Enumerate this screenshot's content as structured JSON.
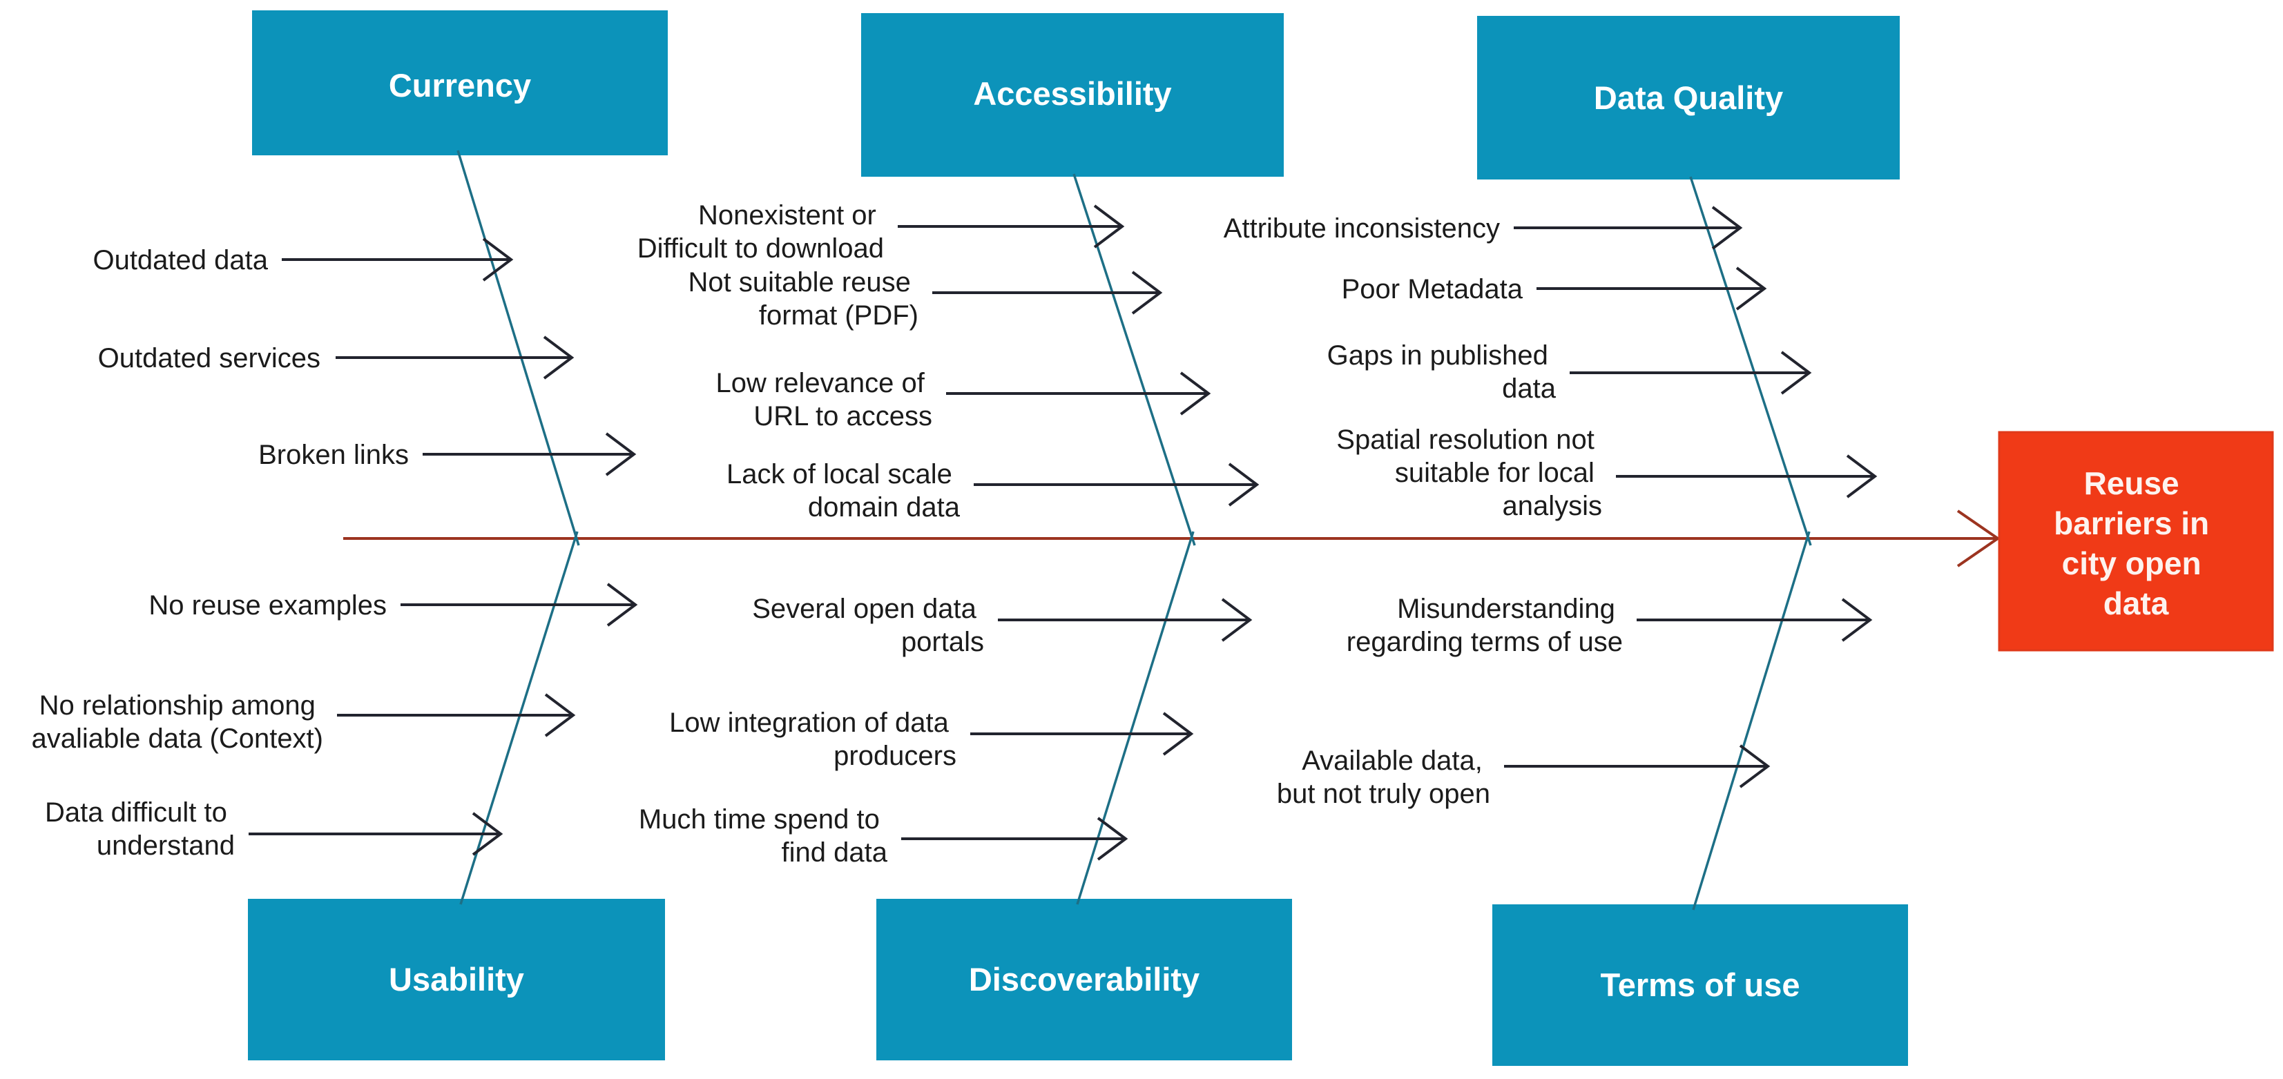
{
  "diagram": {
    "type": "fishbone-ishikawa",
    "effect": {
      "label": "Reuse barriers in city open data",
      "lines": [
        "Reuse",
        "barriers in",
        "city open",
        "data"
      ],
      "color": "#f03a17",
      "text_color": "#fdf3ef"
    },
    "category_color": "#0c93ba",
    "category_text_color": "#ffffff",
    "spine_color": "#9c3420",
    "bone_color": "#1d6f86",
    "arrow_color": "#22242e",
    "categories": [
      {
        "id": "currency",
        "label": "Currency",
        "position": "top",
        "causes": [
          {
            "lines": [
              "Outdated data"
            ]
          },
          {
            "lines": [
              "Outdated services"
            ]
          },
          {
            "lines": [
              "Broken links"
            ]
          }
        ]
      },
      {
        "id": "accessibility",
        "label": "Accessibility",
        "position": "top",
        "causes": [
          {
            "lines": [
              "Nonexistent or",
              "Difficult to download"
            ]
          },
          {
            "lines": [
              "Not suitable reuse",
              "format (PDF)"
            ]
          },
          {
            "lines": [
              "Low relevance of",
              "URL to access"
            ]
          },
          {
            "lines": [
              "Lack of local scale",
              "domain data"
            ]
          }
        ]
      },
      {
        "id": "data-quality",
        "label": "Data Quality",
        "position": "top",
        "causes": [
          {
            "lines": [
              "Attribute inconsistency"
            ]
          },
          {
            "lines": [
              "Poor Metadata"
            ]
          },
          {
            "lines": [
              "Gaps in published",
              "data"
            ]
          },
          {
            "lines": [
              "Spatial resolution not",
              "suitable for local",
              "analysis"
            ]
          }
        ]
      },
      {
        "id": "usability",
        "label": "Usability",
        "position": "bottom",
        "causes": [
          {
            "lines": [
              "No reuse examples"
            ]
          },
          {
            "lines": [
              "No relationship among",
              "avaliable data (Context)"
            ]
          },
          {
            "lines": [
              "Data difficult to",
              "understand"
            ]
          }
        ]
      },
      {
        "id": "discoverability",
        "label": "Discoverability",
        "position": "bottom",
        "causes": [
          {
            "lines": [
              "Several open data",
              "portals"
            ]
          },
          {
            "lines": [
              "Low integration of data",
              "producers"
            ]
          },
          {
            "lines": [
              "Much time spend to",
              "find data"
            ]
          }
        ]
      },
      {
        "id": "terms-of-use",
        "label": "Terms of use",
        "position": "bottom",
        "causes": [
          {
            "lines": [
              "Misunderstanding",
              "regarding terms of use"
            ]
          },
          {
            "lines": [
              "Available data,",
              "but not truly open"
            ]
          }
        ]
      }
    ]
  }
}
